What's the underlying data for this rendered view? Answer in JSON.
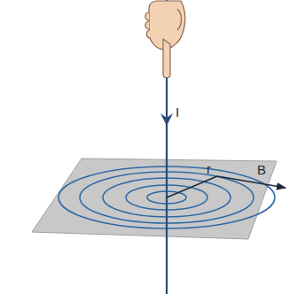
{
  "diagram": {
    "labels": [
      "I",
      "r",
      "B"
    ]
  }
}
